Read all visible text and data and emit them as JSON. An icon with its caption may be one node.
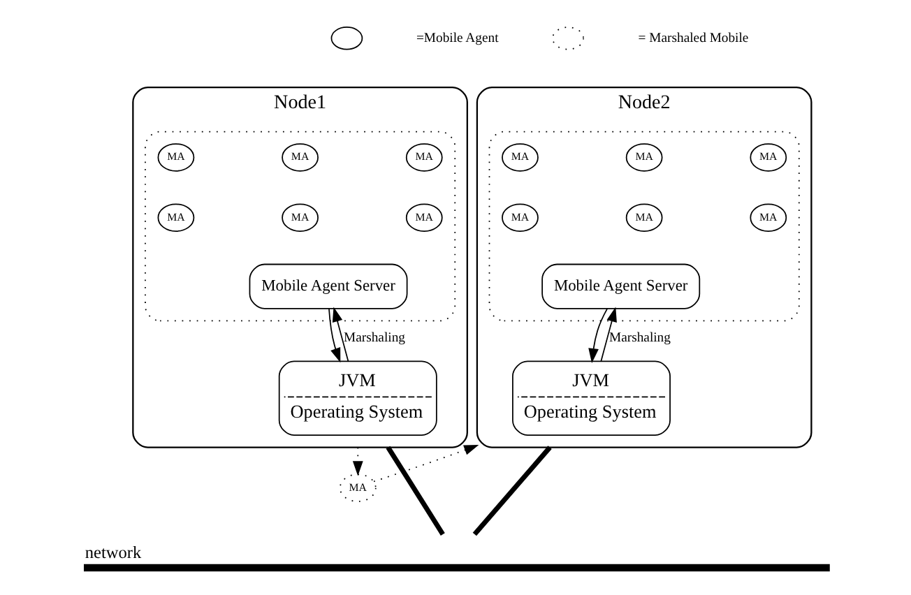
{
  "diagram": {
    "nodes": [
      {
        "text": [],
        "shape": "ellipse"
      },
      {
        "text": [],
        "shape": "ellipse"
      },
      {
        "text": [
          "Node1"
        ]
      },
      {
        "text": [],
        "shape": "box",
        "in": 2
      },
      {
        "text": [
          "MA"
        ],
        "in": 3
      },
      {
        "text": [
          "MA"
        ],
        "in": 3
      },
      {
        "text": [
          "MA"
        ],
        "in": 3
      },
      {
        "text": [
          "MA"
        ],
        "in": 3
      },
      {
        "text": [
          "MA"
        ],
        "in": 3
      },
      {
        "text": [
          "MA"
        ],
        "in": 3
      },
      {
        "text": [
          "Mobile Agent Server"
        ],
        "in": 3
      },
      {
        "text": [
          "JVM",
          "Operating System"
        ],
        "in": 2
      },
      {
        "text": [
          "MA"
        ]
      },
      {
        "text": [
          "Node2"
        ]
      },
      {
        "text": [],
        "shape": "box",
        "in": 13
      },
      {
        "text": [
          "MA"
        ],
        "in": 14
      },
      {
        "text": [
          "MA"
        ],
        "in": 14
      },
      {
        "text": [
          "MA"
        ],
        "in": 14
      },
      {
        "text": [
          "MA"
        ],
        "in": 14
      },
      {
        "text": [
          "MA"
        ],
        "in": 14
      },
      {
        "text": [
          "MA"
        ],
        "in": 14
      },
      {
        "text": [
          "Mobile Agent Server"
        ],
        "in": 14
      },
      {
        "text": [
          "JVM",
          "Operating System"
        ],
        "in": 13
      },
      {
        "text": [],
        "shape": "bar",
        "beside": [
          "network"
        ]
      }
    ],
    "edges": [
      {
        "from": 10,
        "to": 11,
        "arrow": "to"
      },
      {
        "from": 11,
        "to": 10,
        "arrow": "to",
        "label": "Marshaling"
      },
      {
        "from": 21,
        "to": 22,
        "arrow": "to"
      },
      {
        "from": 22,
        "to": 21,
        "arrow": "to",
        "label": "Marshaling"
      },
      {
        "from": 2,
        "to": 23,
        "arrow": "none",
        "style": "thick"
      },
      {
        "from": 13,
        "to": 23,
        "arrow": "none",
        "style": "thick"
      },
      {
        "from": 2,
        "to": 12,
        "arrow": "to",
        "style": "dashed"
      },
      {
        "from": 12,
        "to": 13,
        "arrow": "to",
        "style": "dashed"
      }
    ],
    "legend": [
      {
        "text": "=Mobile Agent"
      },
      {
        "text": "= Marshaled Mobile"
      }
    ]
  }
}
